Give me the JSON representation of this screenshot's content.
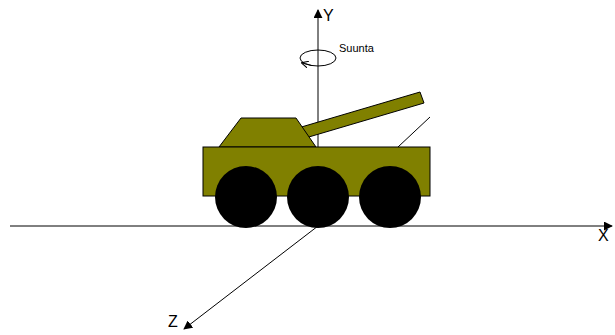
{
  "diagram": {
    "labels": [
      "Y",
      "Suunta",
      "X",
      "Z"
    ]
  }
}
